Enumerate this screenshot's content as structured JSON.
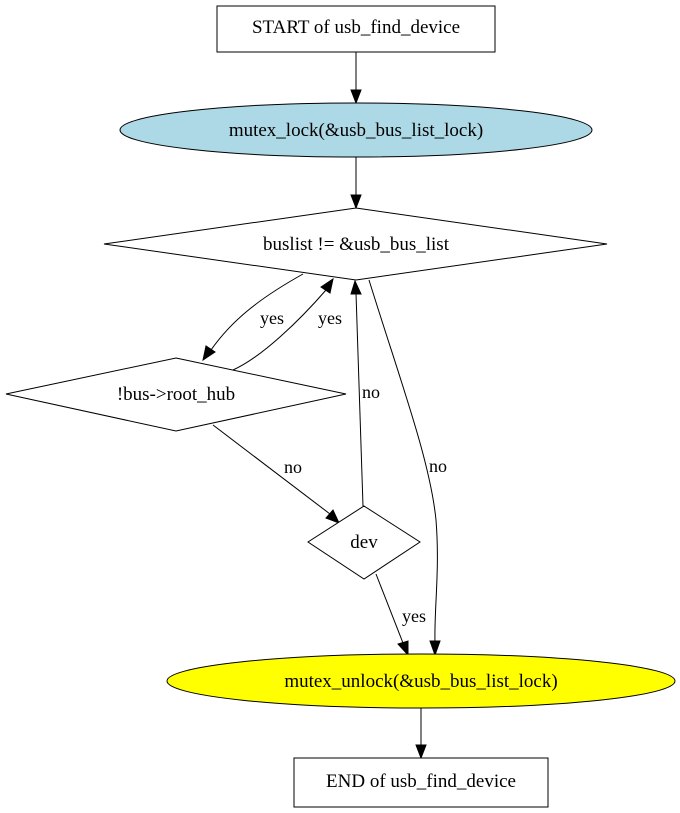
{
  "nodes": {
    "start": {
      "label": "START of usb_find_device",
      "shape": "box",
      "fill": "#ffffff"
    },
    "mutex_lock": {
      "label": "mutex_lock(&usb_bus_list_lock)",
      "shape": "ellipse",
      "fill": "#add8e6"
    },
    "buslist": {
      "label": "buslist != &usb_bus_list",
      "shape": "diamond",
      "fill": "#ffffff"
    },
    "root_hub": {
      "label": "!bus->root_hub",
      "shape": "diamond",
      "fill": "#ffffff"
    },
    "dev": {
      "label": "dev",
      "shape": "diamond",
      "fill": "#ffffff"
    },
    "mutex_unlock": {
      "label": "mutex_unlock(&usb_bus_list_lock)",
      "shape": "ellipse",
      "fill": "#ffff00"
    },
    "end": {
      "label": "END of usb_find_device",
      "shape": "box",
      "fill": "#ffffff"
    }
  },
  "edges": [
    {
      "id": "start_to_lock",
      "from": "start",
      "to": "mutex_lock",
      "label": ""
    },
    {
      "id": "lock_to_buslist",
      "from": "mutex_lock",
      "to": "buslist",
      "label": ""
    },
    {
      "id": "buslist_to_roothub",
      "from": "buslist",
      "to": "root_hub",
      "label": "yes"
    },
    {
      "id": "roothub_to_buslist",
      "from": "root_hub",
      "to": "buslist",
      "label": "yes"
    },
    {
      "id": "roothub_to_dev",
      "from": "root_hub",
      "to": "dev",
      "label": "no"
    },
    {
      "id": "dev_to_buslist",
      "from": "dev",
      "to": "buslist",
      "label": "no"
    },
    {
      "id": "buslist_to_unlock",
      "from": "buslist",
      "to": "mutex_unlock",
      "label": "no"
    },
    {
      "id": "dev_to_unlock",
      "from": "dev",
      "to": "mutex_unlock",
      "label": "yes"
    },
    {
      "id": "unlock_to_end",
      "from": "mutex_unlock",
      "to": "end",
      "label": ""
    }
  ]
}
